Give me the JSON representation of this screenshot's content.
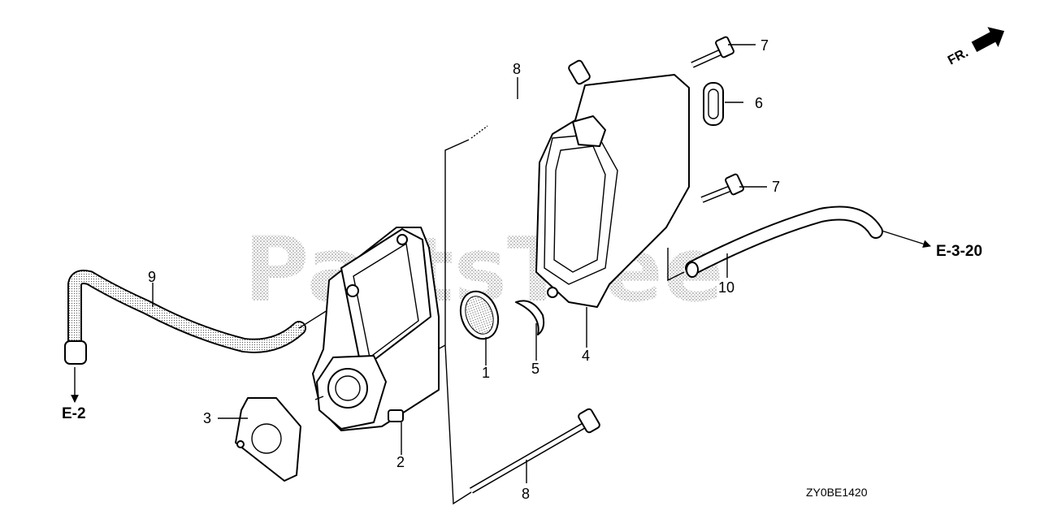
{
  "watermark": "PartsTree",
  "front_marker": "FR.",
  "references": {
    "left": "E-2",
    "right": "E-3-20"
  },
  "diagram_code": "ZY0BE1420",
  "callouts": {
    "c1": "1",
    "c2": "2",
    "c3": "3",
    "c4": "4",
    "c5": "5",
    "c6": "6",
    "c7a": "7",
    "c7b": "7",
    "c8a": "8",
    "c8b": "8",
    "c9": "9",
    "c10": "10"
  }
}
